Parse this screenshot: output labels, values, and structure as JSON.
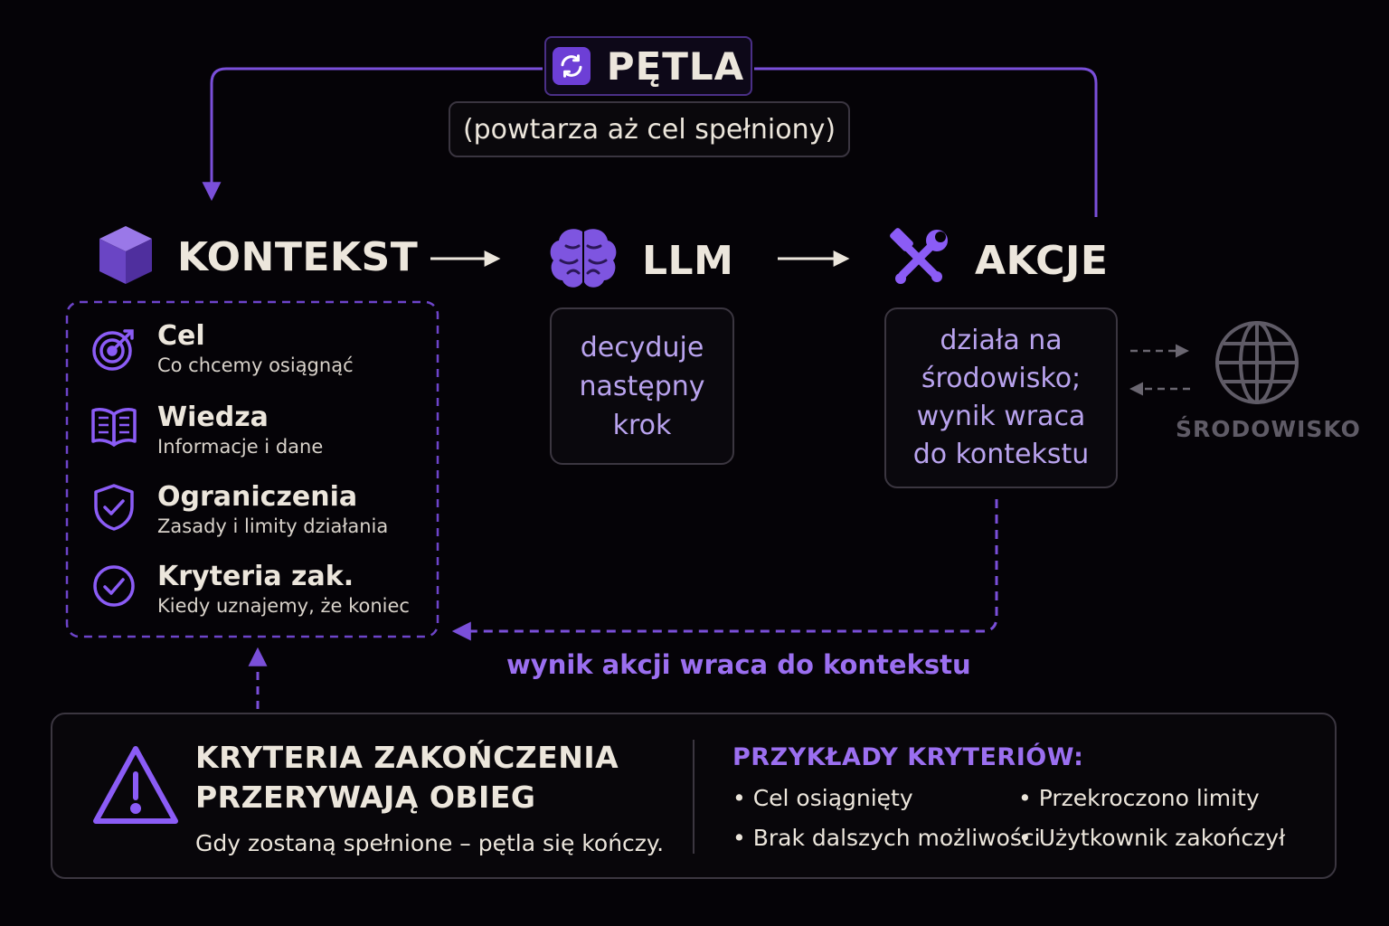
{
  "loop": {
    "title": "PĘTLA",
    "subtitle": "(powtarza aż cel spełniony)"
  },
  "nodes": {
    "context": {
      "title": "KONTEKST"
    },
    "llm": {
      "title": "LLM",
      "description": [
        "decyduje",
        "następny",
        "krok"
      ]
    },
    "actions": {
      "title": "AKCJE",
      "description": [
        "działa na",
        "środowisko;",
        "wynik wraca",
        "do kontekstu"
      ]
    }
  },
  "context_items": [
    {
      "icon": "target-icon",
      "title": "Cel",
      "subtitle": "Co chcemy osiągnąć"
    },
    {
      "icon": "book-icon",
      "title": "Wiedza",
      "subtitle": "Informacje i dane"
    },
    {
      "icon": "shield-check-icon",
      "title": "Ograniczenia",
      "subtitle": "Zasady i limity działania"
    },
    {
      "icon": "check-circle-icon",
      "title": "Kryteria zak.",
      "subtitle": "Kiedy uznajemy, że koniec"
    }
  ],
  "environment": {
    "label": "ŚRODOWISKO",
    "icon": "globe-icon"
  },
  "return_label": "wynik akcji wraca do kontekstu",
  "bottom": {
    "icon": "warning-icon",
    "title_lines": [
      "KRYTERIA ZAKOŃCZENIA",
      "PRZERYWAJĄ OBIEG"
    ],
    "subtitle": "Gdy zostaną spełnione – pętla się kończy.",
    "examples_heading": "PRZYKŁADY KRYTERIÓW:",
    "examples": [
      "Cel osiągnięty",
      "Przekroczono limity",
      "Brak dalszych możliwości",
      "Użytkownik zakończył"
    ]
  },
  "colors": {
    "accent": "#8b5cf6",
    "accent_text": "#9b6ff0",
    "text": "#ece6dc",
    "muted": "#5f5b66",
    "background": "#050307"
  }
}
